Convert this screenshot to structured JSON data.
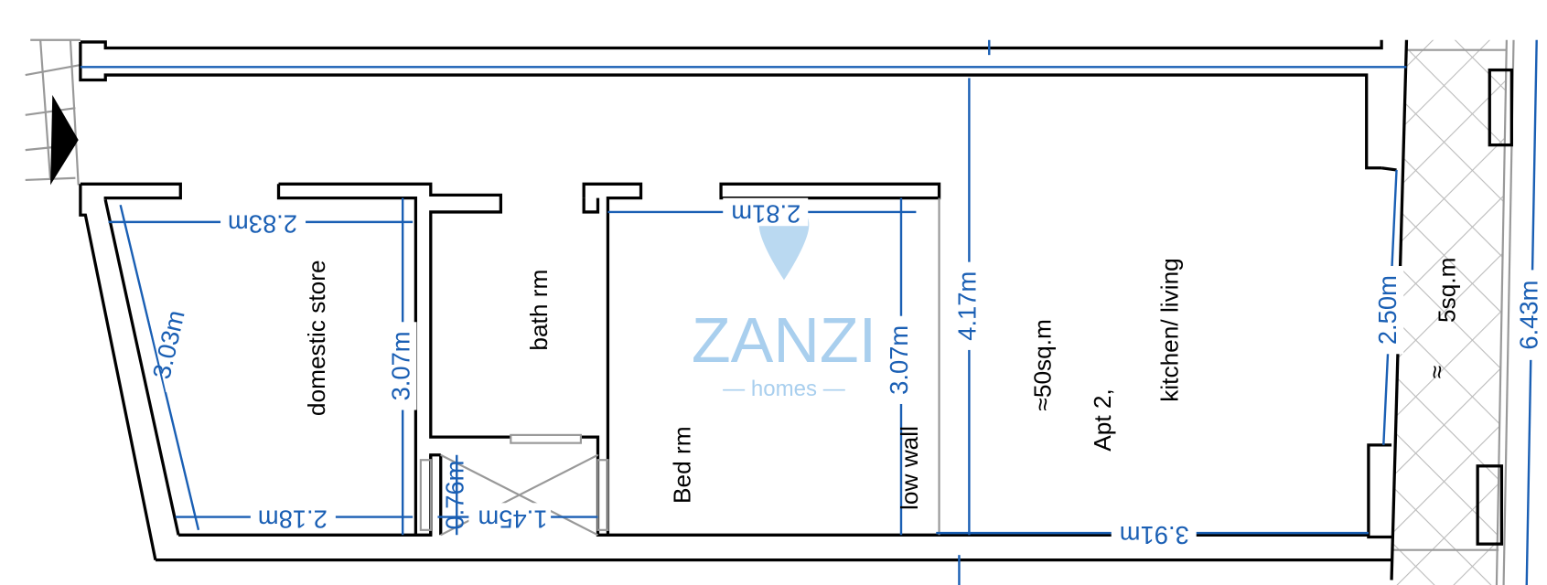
{
  "plan": {
    "rooms": {
      "domestic_store": "domestic store",
      "bath": "bath rm",
      "bed": "Bed rm",
      "low_wall": "low wall",
      "area": "≈50sq.m",
      "apt": "Apt 2,",
      "kitchen": "kitchen/ living",
      "balcony_area": "5sq.m",
      "balcony_approx": "≈"
    },
    "dimensions": {
      "store_top": "2.83m",
      "store_left": "3.03m",
      "store_right": "3.07m",
      "store_bottom": "2.18m",
      "closet_width": "1.45m",
      "closet_depth": "0.76m",
      "bed_top": "2.81m",
      "bed_height": "3.07m",
      "living_height": "4.17m",
      "living_bottom": "3.91m",
      "balcony_opening": "2.50m",
      "overall": "6.43m"
    }
  },
  "watermark": {
    "brand": "ZANZI",
    "sub": "— homes —"
  },
  "colors": {
    "dimension": "#1a5fb4",
    "watermark": "#a9cfee"
  }
}
